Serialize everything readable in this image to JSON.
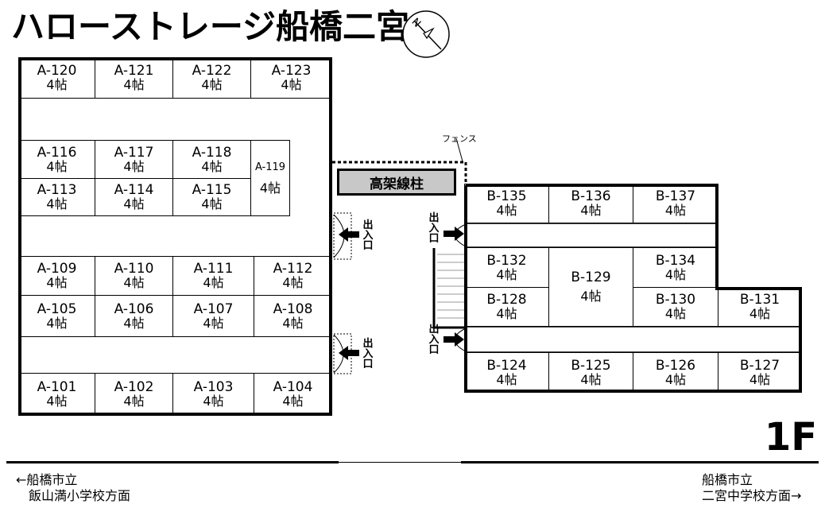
{
  "title": "ハローストレージ船橋二宮",
  "floor": "1F",
  "compass_letter": "N",
  "pillar_label": "高架線柱",
  "fence_label": "フェンス",
  "entrance_label": [
    "出",
    "入",
    "口"
  ],
  "left_location": {
    "line1": "←船橋市立",
    "line2": "飯山満小学校方面"
  },
  "right_location": {
    "line1": "船橋市立",
    "line2": "二宮中学校方面→"
  },
  "units": {
    "a120": {
      "id": "A-120",
      "size": "4帖"
    },
    "a121": {
      "id": "A-121",
      "size": "4帖"
    },
    "a122": {
      "id": "A-122",
      "size": "4帖"
    },
    "a123": {
      "id": "A-123",
      "size": "4帖"
    },
    "a116": {
      "id": "A-116",
      "size": "4帖"
    },
    "a117": {
      "id": "A-117",
      "size": "4帖"
    },
    "a118": {
      "id": "A-118",
      "size": "4帖"
    },
    "a119": {
      "id": "A-119",
      "size": "4帖"
    },
    "a113": {
      "id": "A-113",
      "size": "4帖"
    },
    "a114": {
      "id": "A-114",
      "size": "4帖"
    },
    "a115": {
      "id": "A-115",
      "size": "4帖"
    },
    "a109": {
      "id": "A-109",
      "size": "4帖"
    },
    "a110": {
      "id": "A-110",
      "size": "4帖"
    },
    "a111": {
      "id": "A-111",
      "size": "4帖"
    },
    "a112": {
      "id": "A-112",
      "size": "4帖"
    },
    "a105": {
      "id": "A-105",
      "size": "4帖"
    },
    "a106": {
      "id": "A-106",
      "size": "4帖"
    },
    "a107": {
      "id": "A-107",
      "size": "4帖"
    },
    "a108": {
      "id": "A-108",
      "size": "4帖"
    },
    "a101": {
      "id": "A-101",
      "size": "4帖"
    },
    "a102": {
      "id": "A-102",
      "size": "4帖"
    },
    "a103": {
      "id": "A-103",
      "size": "4帖"
    },
    "a104": {
      "id": "A-104",
      "size": "4帖"
    },
    "b135": {
      "id": "B-135",
      "size": "4帖"
    },
    "b136": {
      "id": "B-136",
      "size": "4帖"
    },
    "b137": {
      "id": "B-137",
      "size": "4帖"
    },
    "b132": {
      "id": "B-132",
      "size": "4帖"
    },
    "b129": {
      "id": "B-129",
      "size": "4帖"
    },
    "b134": {
      "id": "B-134",
      "size": "4帖"
    },
    "b128": {
      "id": "B-128",
      "size": "4帖"
    },
    "b130": {
      "id": "B-130",
      "size": "4帖"
    },
    "b131": {
      "id": "B-131",
      "size": "4帖"
    },
    "b124": {
      "id": "B-124",
      "size": "4帖"
    },
    "b125": {
      "id": "B-125",
      "size": "4帖"
    },
    "b126": {
      "id": "B-126",
      "size": "4帖"
    },
    "b127": {
      "id": "B-127",
      "size": "4帖"
    }
  }
}
